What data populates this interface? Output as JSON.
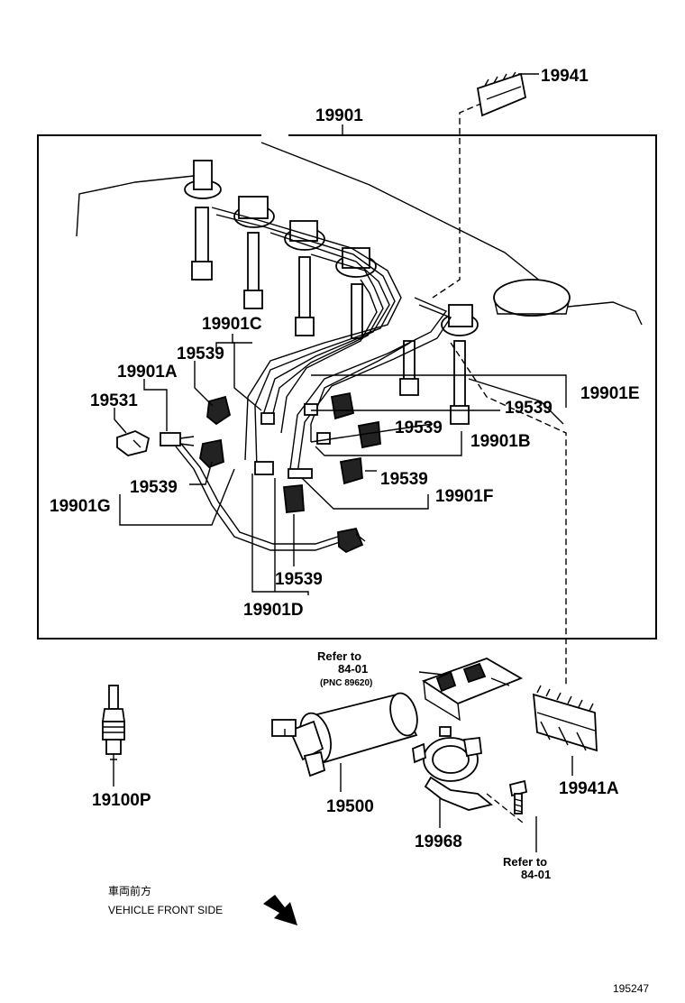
{
  "labels": {
    "p19941": "19941",
    "p19901": "19901",
    "p19901C": "19901C",
    "p19539_a": "19539",
    "p19901A": "19901A",
    "p19531": "19531",
    "p19539_b": "19539",
    "p19901G": "19901G",
    "p19901E": "19901E",
    "p19539_c": "19539",
    "p19539_d": "19539",
    "p19901B": "19901B",
    "p19539_e": "19539",
    "p19901F": "19901F",
    "p19539_f": "19539",
    "p19901D": "19901D",
    "p19100P": "19100P",
    "p19500": "19500",
    "p19968": "19968",
    "p19941A": "19941A"
  },
  "refs": {
    "ref1_line1": "Refer to",
    "ref1_line2": "84-01",
    "ref1_pnc": "(PNC 89620)",
    "ref2_line1": "Refer to",
    "ref2_line2": "84-01"
  },
  "orientation": {
    "japanese": "車両前方",
    "english": "VEHICLE FRONT SIDE"
  },
  "diagram_number": "195247"
}
